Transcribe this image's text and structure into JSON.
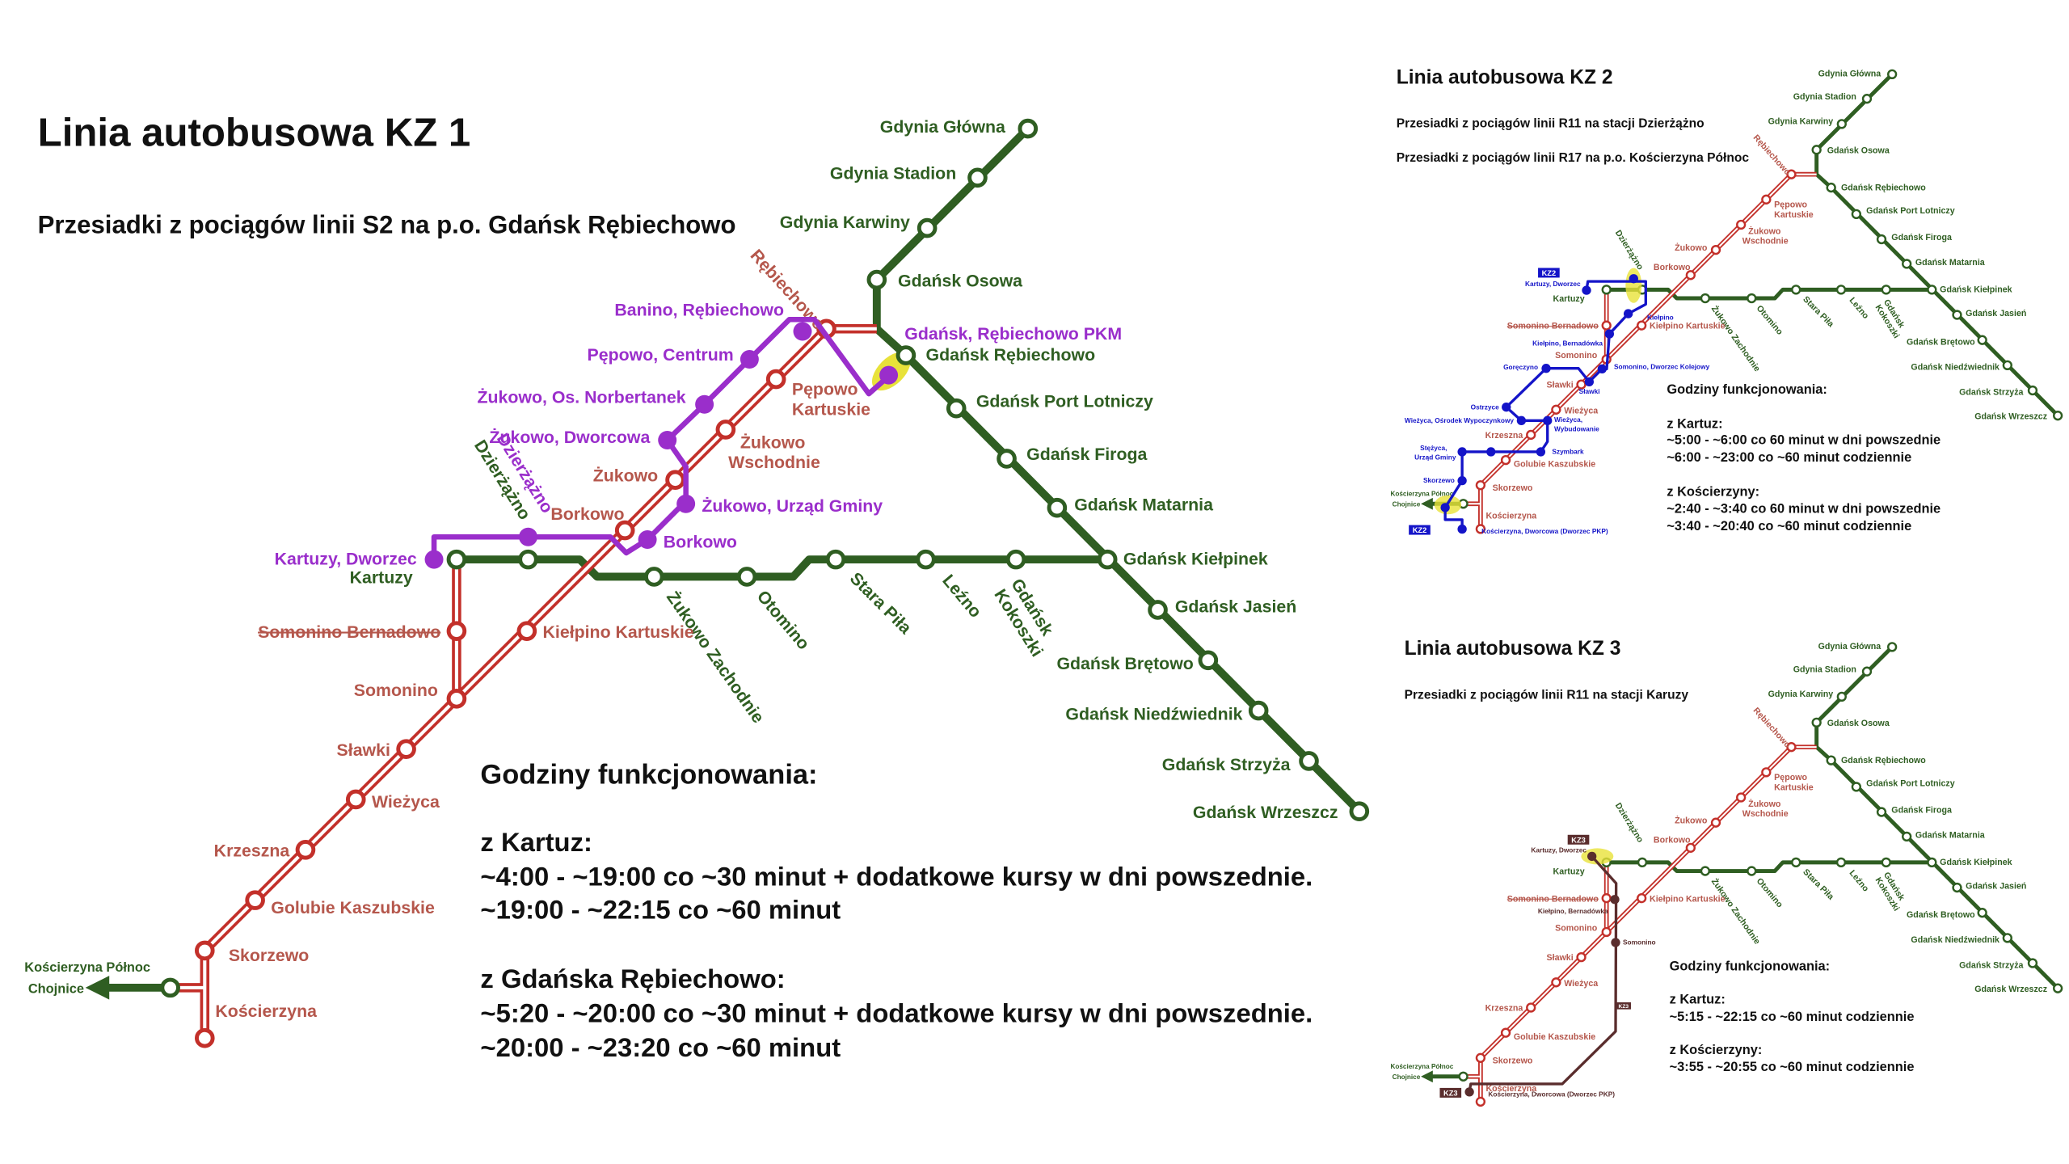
{
  "colors": {
    "green": "#2f5e22",
    "red": "#c3302a",
    "red_label": "#b5574c",
    "purple": "#9a2ecb",
    "blue": "#1414c8",
    "kz3": "#5a2d2d",
    "highlight": "#e8e23a"
  },
  "network": {
    "green": [
      "Gdynia Główna",
      "Gdynia Stadion",
      "Gdynia Karwiny",
      "Gdańsk Osowa",
      "Gdańsk Rębiechowo",
      "Gdańsk Port Lotniczy",
      "Gdańsk Firoga",
      "Gdańsk Matarnia",
      "Gdańsk Kiełpinek",
      "Gdańsk Jasień",
      "Gdańsk Brętowo",
      "Gdańsk Niedźwiednik",
      "Gdańsk Strzyża",
      "Gdańsk Wrzeszcz",
      "Gdańsk Kokoszki",
      "Leźno",
      "Stara Piła",
      "Otomino",
      "Żukowo Zachodnie",
      "Dzierżążno",
      "Kartuzy"
    ],
    "red": [
      "Rębiechowo",
      "Pępowo Kartuskie",
      "Żukowo Wschodnie",
      "Żukowo",
      "Borkowo",
      "Kiełpino Kartuskie",
      "Somonino Bernadowo",
      "Somonino",
      "Sławki",
      "Wieżyca",
      "Krzeszna",
      "Golubie Kaszubskie",
      "Skorzewo",
      "Kościerzyna"
    ],
    "chojnice": "Chojnice",
    "koscierzyna_polnoc": "Kościerzyna Północ"
  },
  "kz1": {
    "title": "Linia autobusowa KZ 1",
    "subtitle": "Przesiadki z pociągów linii S2 na p.o. Gdańsk Rębiechowo",
    "stops": [
      "Kartuzy, Dworzec",
      "Dzierżążno",
      "Borkowo",
      "Żukowo, Urząd Gminy",
      "Żukowo, Dworcowa",
      "Żukowo, Os. Norbertanek",
      "Pępowo, Centrum",
      "Banino, Rębiechowo",
      "Gdańsk, Rębiechowo PKM"
    ],
    "hours_title": "Godziny funkcjonowania:",
    "from_a": "z Kartuz:",
    "from_a_lines": [
      "~4:00 - ~19:00 co ~30 minut + dodatkowe kursy w dni powszednie.",
      "~19:00 - ~22:15 co ~60 minut"
    ],
    "from_b": "z Gdańska Rębiechowo:",
    "from_b_lines": [
      "~5:20 - ~20:00 co ~30 minut + dodatkowe kursy w dni powszednie.",
      "~20:00 - ~23:20 co ~60 minut"
    ]
  },
  "kz2": {
    "title": "Linia autobusowa KZ 2",
    "transfers": [
      "Przesiadki z pociągów linii R11 na stacji Dzierżążno",
      "Przesiadki z pociągów linii R17 na p.o. Kościerzyna Północ"
    ],
    "tag": "KZ2",
    "stops": [
      "Kartuzy, Dworzec",
      "Kiełpino",
      "Kiełpino, Bernadówka",
      "Somonino, Dworzec Kolejowy",
      "Sławki",
      "Goręczyno",
      "Ostrzyce",
      "Wieżyca, Ośrodek Wypoczynkowy",
      "Wieżyca,",
      "Wybudowanie",
      "Szymbark",
      "Stężyca,",
      "Urząd Gminy",
      "Skorzewo"
    ],
    "terminal": "Kościerzyna, Dworcowa (Dworzec PKP)",
    "hours_title": "Godziny funkcjonowania:",
    "from_a": "z Kartuz:",
    "from_a_lines": [
      "~5:00 - ~6:00 co 60 minut w dni powszednie",
      "~6:00 - ~23:00 co ~60 minut codziennie"
    ],
    "from_b": "z Kościerzyny:",
    "from_b_lines": [
      "~2:40 - ~3:40 co 60 minut w dni powszednie",
      "~3:40 - ~20:40 co ~60 minut codziennie"
    ]
  },
  "kz3": {
    "title": "Linia autobusowa KZ 3",
    "transfers": [
      "Przesiadki z pociągów linii R11 na stacji Karuzy"
    ],
    "tag": "KZ3",
    "stops": [
      "Kartuzy, Dworzec",
      "Kiełpino, Bernadówka",
      "Somonino"
    ],
    "terminal": "Kościerzyna, Dworcowa (Dworzec PKP)",
    "hours_title": "Godziny funkcjonowania:",
    "from_a": "z Kartuz:",
    "from_a_lines": [
      "~5:15 - ~22:15 co ~60 minut codziennie"
    ],
    "from_b": "z Kościerzyny:",
    "from_b_lines": [
      "~3:55 - ~20:55 co ~60 minut codziennie"
    ]
  }
}
